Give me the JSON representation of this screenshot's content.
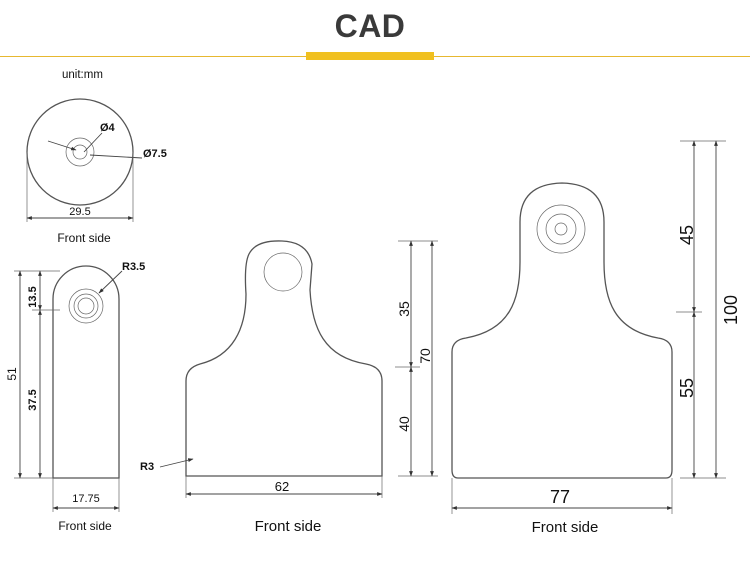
{
  "header": {
    "title": "CAD",
    "accent_color": "#f0c020",
    "title_color": "#3a3a3a"
  },
  "unit_label": "unit:mm",
  "round_tag": {
    "dim_inner": "Ø4",
    "dim_outer": "Ø7.5",
    "dim_width": "29.5",
    "caption": "Front side"
  },
  "small_tag": {
    "dim_radius": "R3.5",
    "dim_top": "13.5",
    "dim_bottom": "37.5",
    "dim_total": "51",
    "dim_width": "17.75",
    "caption": "Front side"
  },
  "medium_tag": {
    "dim_top": "35",
    "dim_bottom": "40",
    "dim_total": "70",
    "dim_radius": "R3",
    "dim_width": "62",
    "caption": "Front side"
  },
  "large_tag": {
    "dim_top": "45",
    "dim_bottom": "55",
    "dim_total": "100",
    "dim_width": "77",
    "caption": "Front side"
  }
}
